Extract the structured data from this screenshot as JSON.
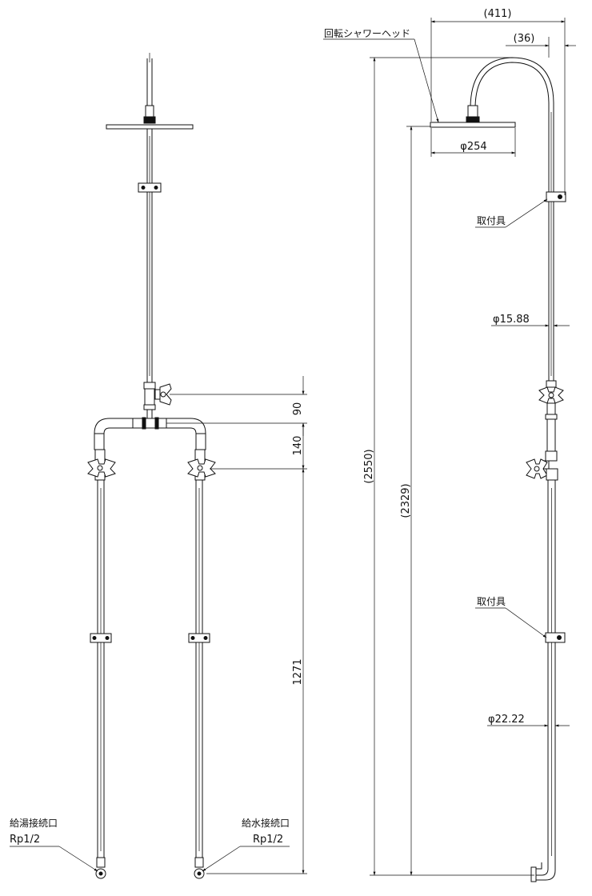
{
  "labels": {
    "shower_head": "回転シャワーヘッド",
    "mount_upper": "取付具",
    "mount_lower": "取付具",
    "hot_inlet": "給湯接続口",
    "hot_inlet_thread": "Rp1/2",
    "cold_inlet": "給水接続口",
    "cold_inlet_thread": "Rp1/2"
  },
  "dimensions": {
    "reach": "(411)",
    "offset": "(36)",
    "head_diameter": "φ254",
    "upper_pipe": "φ15.88",
    "lower_pipe": "φ22.22",
    "overall_height": "(2550)",
    "head_height": "(2329)",
    "valve_spacing": "90",
    "cross_pipe": "140",
    "inlet_height": "1271"
  }
}
